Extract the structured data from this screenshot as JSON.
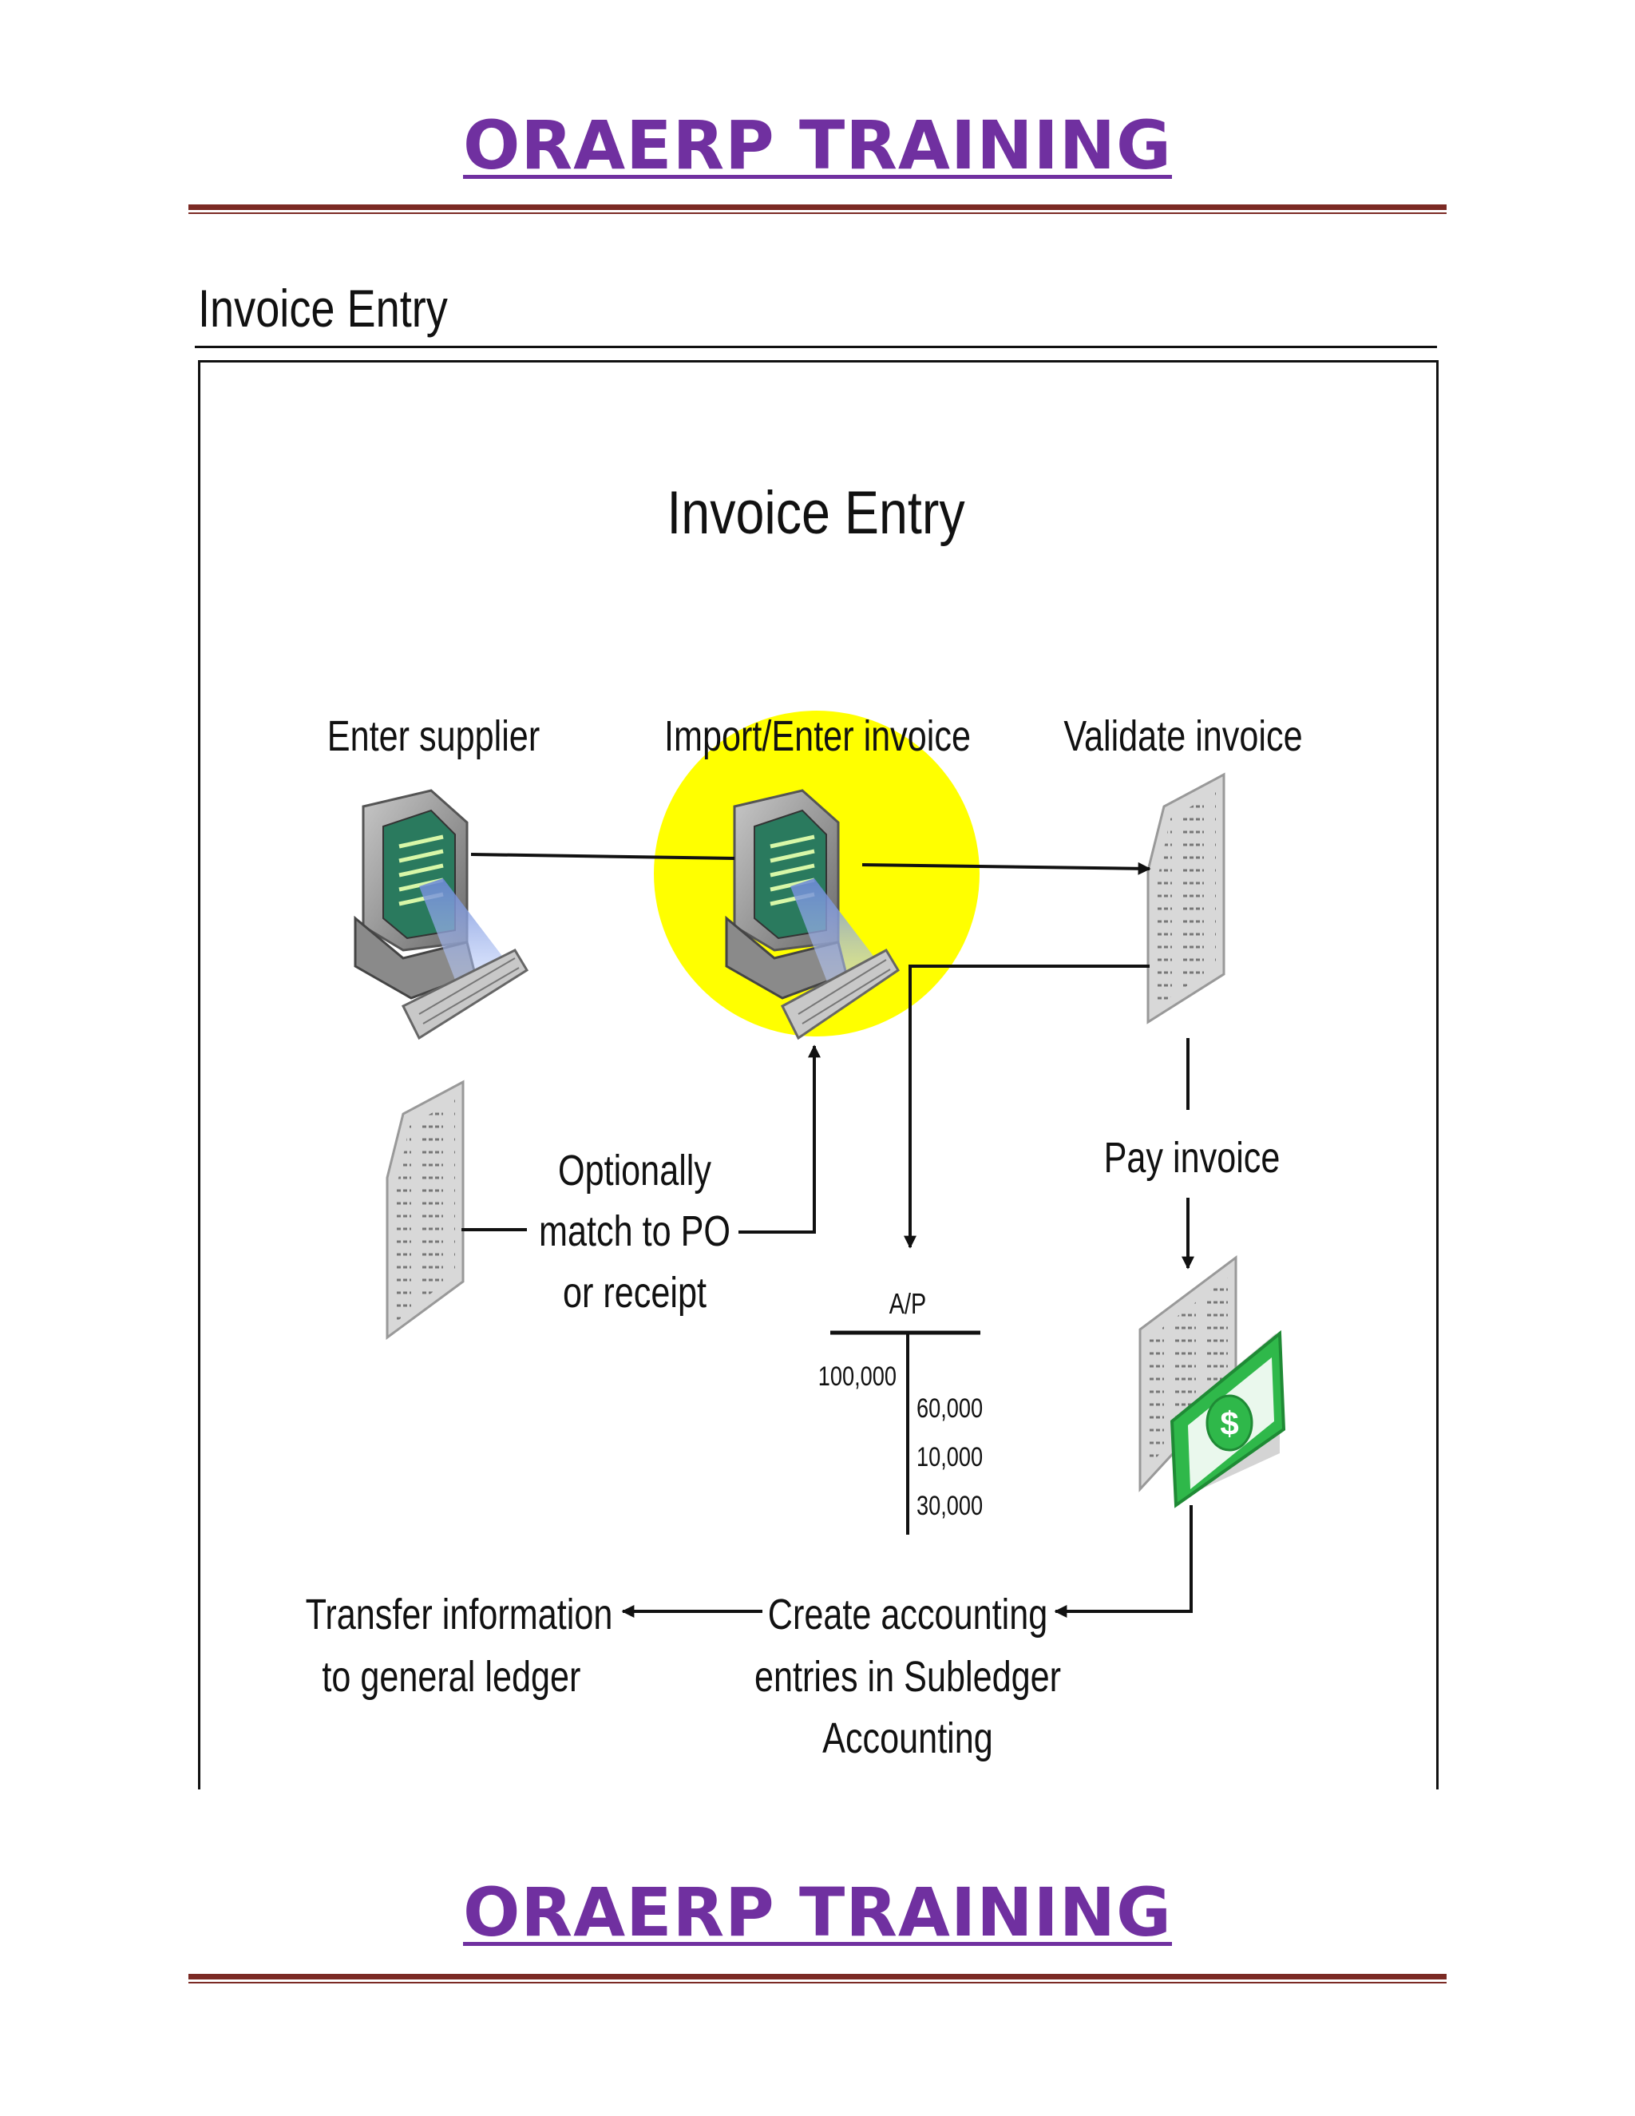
{
  "header": {
    "brand": "ORAERP TRAINING"
  },
  "footer": {
    "brand": "ORAERP TRAINING"
  },
  "section": {
    "title": "Invoice Entry"
  },
  "diagram": {
    "title": "Invoice Entry",
    "steps": {
      "enter_supplier": "Enter supplier",
      "import_enter_invoice": "Import/Enter invoice",
      "validate_invoice": "Validate invoice",
      "pay_invoice": "Pay invoice",
      "optional_match": [
        "Optionally",
        "match to PO",
        "or receipt"
      ],
      "create_accounting": [
        "Create accounting",
        "entries in Subledger",
        "Accounting"
      ],
      "transfer_gl": [
        "Transfer information",
        "to general ledger"
      ]
    },
    "t_account": {
      "label": "A/P",
      "debit": [
        "100,000"
      ],
      "credits": [
        "60,000",
        "10,000",
        "30,000"
      ]
    },
    "icons": [
      "computer-workstation-icon",
      "computer-workstation-icon",
      "document-icon",
      "document-icon",
      "invoice-payment-icon",
      "dollar-icon"
    ],
    "colors": {
      "highlight": "#ffff00",
      "brand": "#7030a0",
      "rule": "#7b2a24",
      "money": "#2fb84a"
    }
  }
}
